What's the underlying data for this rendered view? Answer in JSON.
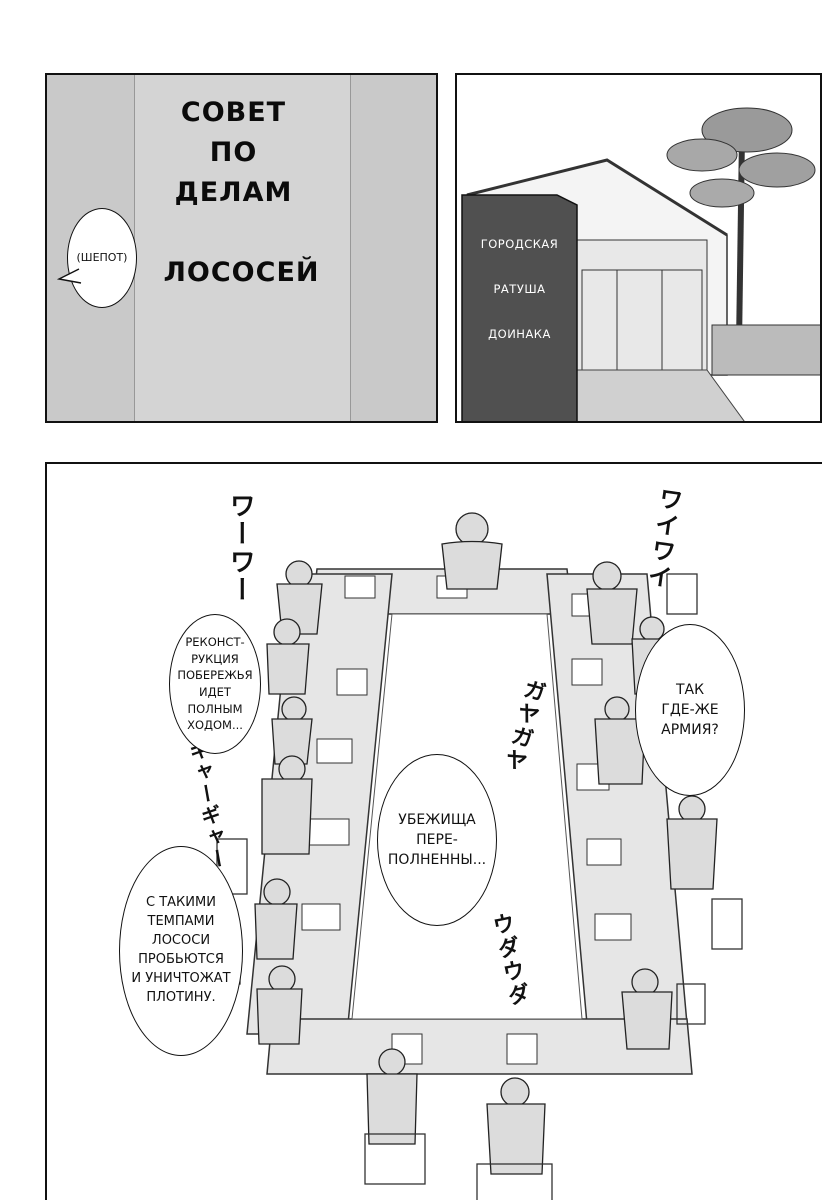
{
  "panel1": {
    "sign_lines": [
      "СОВЕТ",
      "ПО",
      "ДЕЛАМ",
      "ЛОСОСЕЙ"
    ],
    "whisper": "(ШЕПОТ)"
  },
  "panel2": {
    "plaque_lines": [
      "ГОРОДСКАЯ",
      "РАТУША",
      "ДОИНАКА"
    ]
  },
  "panel3": {
    "sfx_left_top": "ワーワー",
    "sfx_left_mid": "ギャーギャー",
    "sfx_right_top": "ワイワイ",
    "sfx_center": "ガヤガヤ",
    "sfx_bottom": "ウダウダ",
    "bubble_coast": "РЕКОНСТ-\nРУКЦИЯ\nПОБЕРЕЖЬЯ\nИДЕТ\nПОЛНЫМ\nХОДОМ...",
    "bubble_army": "ТАК\nГДЕ-ЖЕ\nАРМИЯ?",
    "bubble_shelters": "УБЕЖИЩА\nПЕРЕ-\nПОЛНЕННЫ...",
    "bubble_dam": "С ТАКИМИ\nТЕМПАМИ\nЛОСОСИ\nПРОБЬЮТСЯ\nИ УНИЧТОЖАТ\nПЛОТИНУ."
  }
}
